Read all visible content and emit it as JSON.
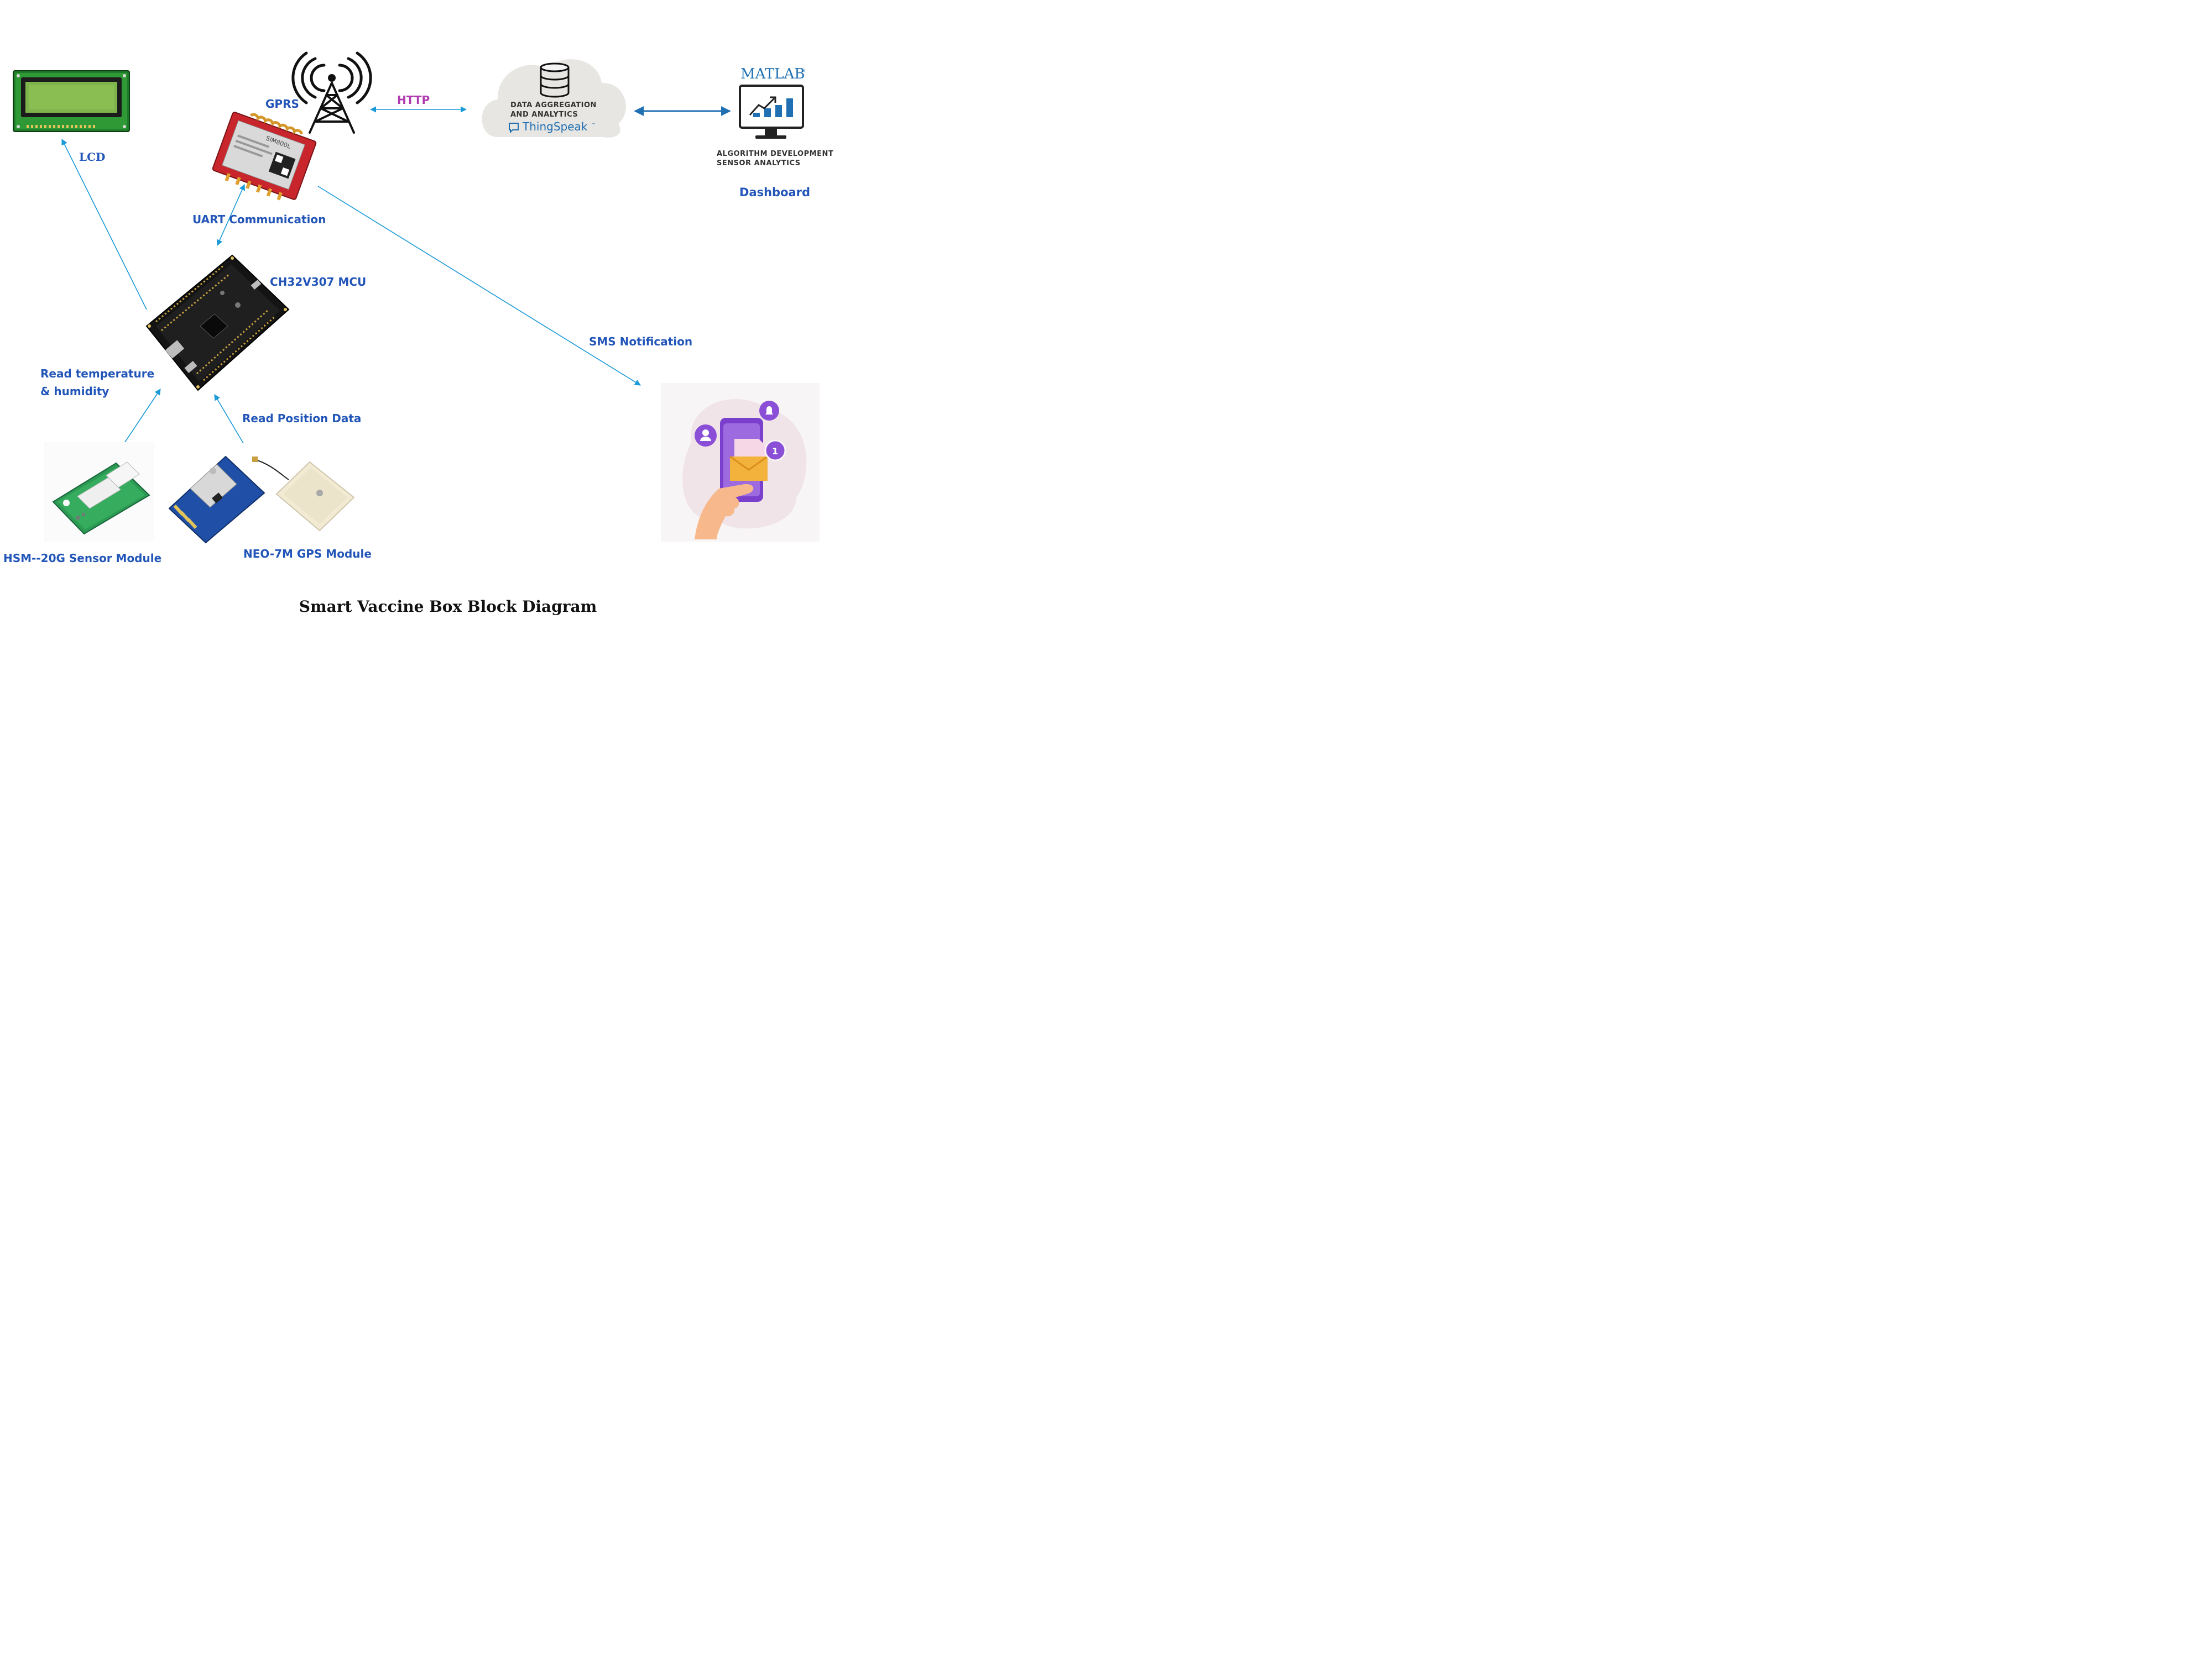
{
  "title": "Smart Vaccine Box Block Diagram",
  "colors": {
    "label_blue": "#2255b8",
    "http_magenta": "#b03ab0",
    "arrow_blue": "#1a9ad6",
    "arrow_dark": "#1f6fb2",
    "board_red": "#c8262c",
    "pcb_green": "#2c8a2c",
    "gps_blue": "#1f4fa6",
    "cloud_gray": "#e8e6e2",
    "phone_purple": "#8a4fd6"
  },
  "nodes": {
    "lcd": {
      "label": "LCD"
    },
    "gprs": {
      "label": "GPRS",
      "chip_text": "SIM800L"
    },
    "cloud": {
      "line1": "DATA AGGREGATION",
      "line2": "AND ANALYTICS",
      "brand": "ThingSpeak",
      "brand_tm": "™"
    },
    "matlab": {
      "brand": "MATLAB",
      "brand_mark": "®",
      "line1": "ALGORITHM DEVELOPMENT",
      "line2": "SENSOR ANALYTICS",
      "label": "Dashboard"
    },
    "mcu": {
      "label": "CH32V307 MCU"
    },
    "sensor": {
      "label": "HSM--20G Sensor Module"
    },
    "gps": {
      "label": "NEO-7M GPS Module"
    },
    "phone": {
      "badge": "1"
    }
  },
  "edges": {
    "http": "HTTP",
    "uart": "UART Communication",
    "sms": "SMS Notification",
    "temp_line1": "Read temperature",
    "temp_line2": "& humidity",
    "position": "Read Position Data"
  }
}
